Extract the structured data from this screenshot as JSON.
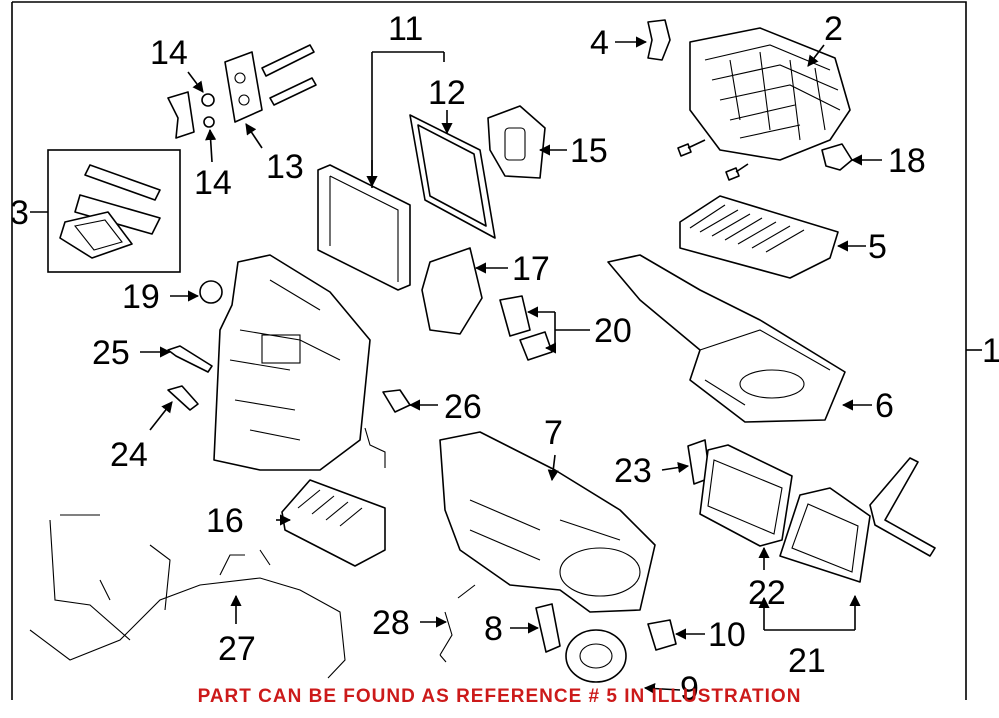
{
  "callouts": [
    {
      "id": "c1",
      "text": "1"
    },
    {
      "id": "c2",
      "text": "2"
    },
    {
      "id": "c3",
      "text": "3"
    },
    {
      "id": "c4",
      "text": "4"
    },
    {
      "id": "c5",
      "text": "5"
    },
    {
      "id": "c6",
      "text": "6"
    },
    {
      "id": "c7",
      "text": "7"
    },
    {
      "id": "c8",
      "text": "8"
    },
    {
      "id": "c9",
      "text": "9"
    },
    {
      "id": "c10",
      "text": "10"
    },
    {
      "id": "c11",
      "text": "11"
    },
    {
      "id": "c12",
      "text": "12"
    },
    {
      "id": "c13",
      "text": "13"
    },
    {
      "id": "c14a",
      "text": "14"
    },
    {
      "id": "c14b",
      "text": "14"
    },
    {
      "id": "c15",
      "text": "15"
    },
    {
      "id": "c16",
      "text": "16"
    },
    {
      "id": "c17",
      "text": "17"
    },
    {
      "id": "c18",
      "text": "18"
    },
    {
      "id": "c19",
      "text": "19"
    },
    {
      "id": "c20",
      "text": "20"
    },
    {
      "id": "c21",
      "text": "21"
    },
    {
      "id": "c22",
      "text": "22"
    },
    {
      "id": "c23",
      "text": "23"
    },
    {
      "id": "c24",
      "text": "24"
    },
    {
      "id": "c25",
      "text": "25"
    },
    {
      "id": "c26",
      "text": "26"
    },
    {
      "id": "c27",
      "text": "27"
    },
    {
      "id": "c28",
      "text": "28"
    }
  ],
  "footer": {
    "text": "PART CAN BE FOUND AS REFERENCE # 5 IN ILLUSTRATION",
    "color": "#cc1a1a"
  }
}
